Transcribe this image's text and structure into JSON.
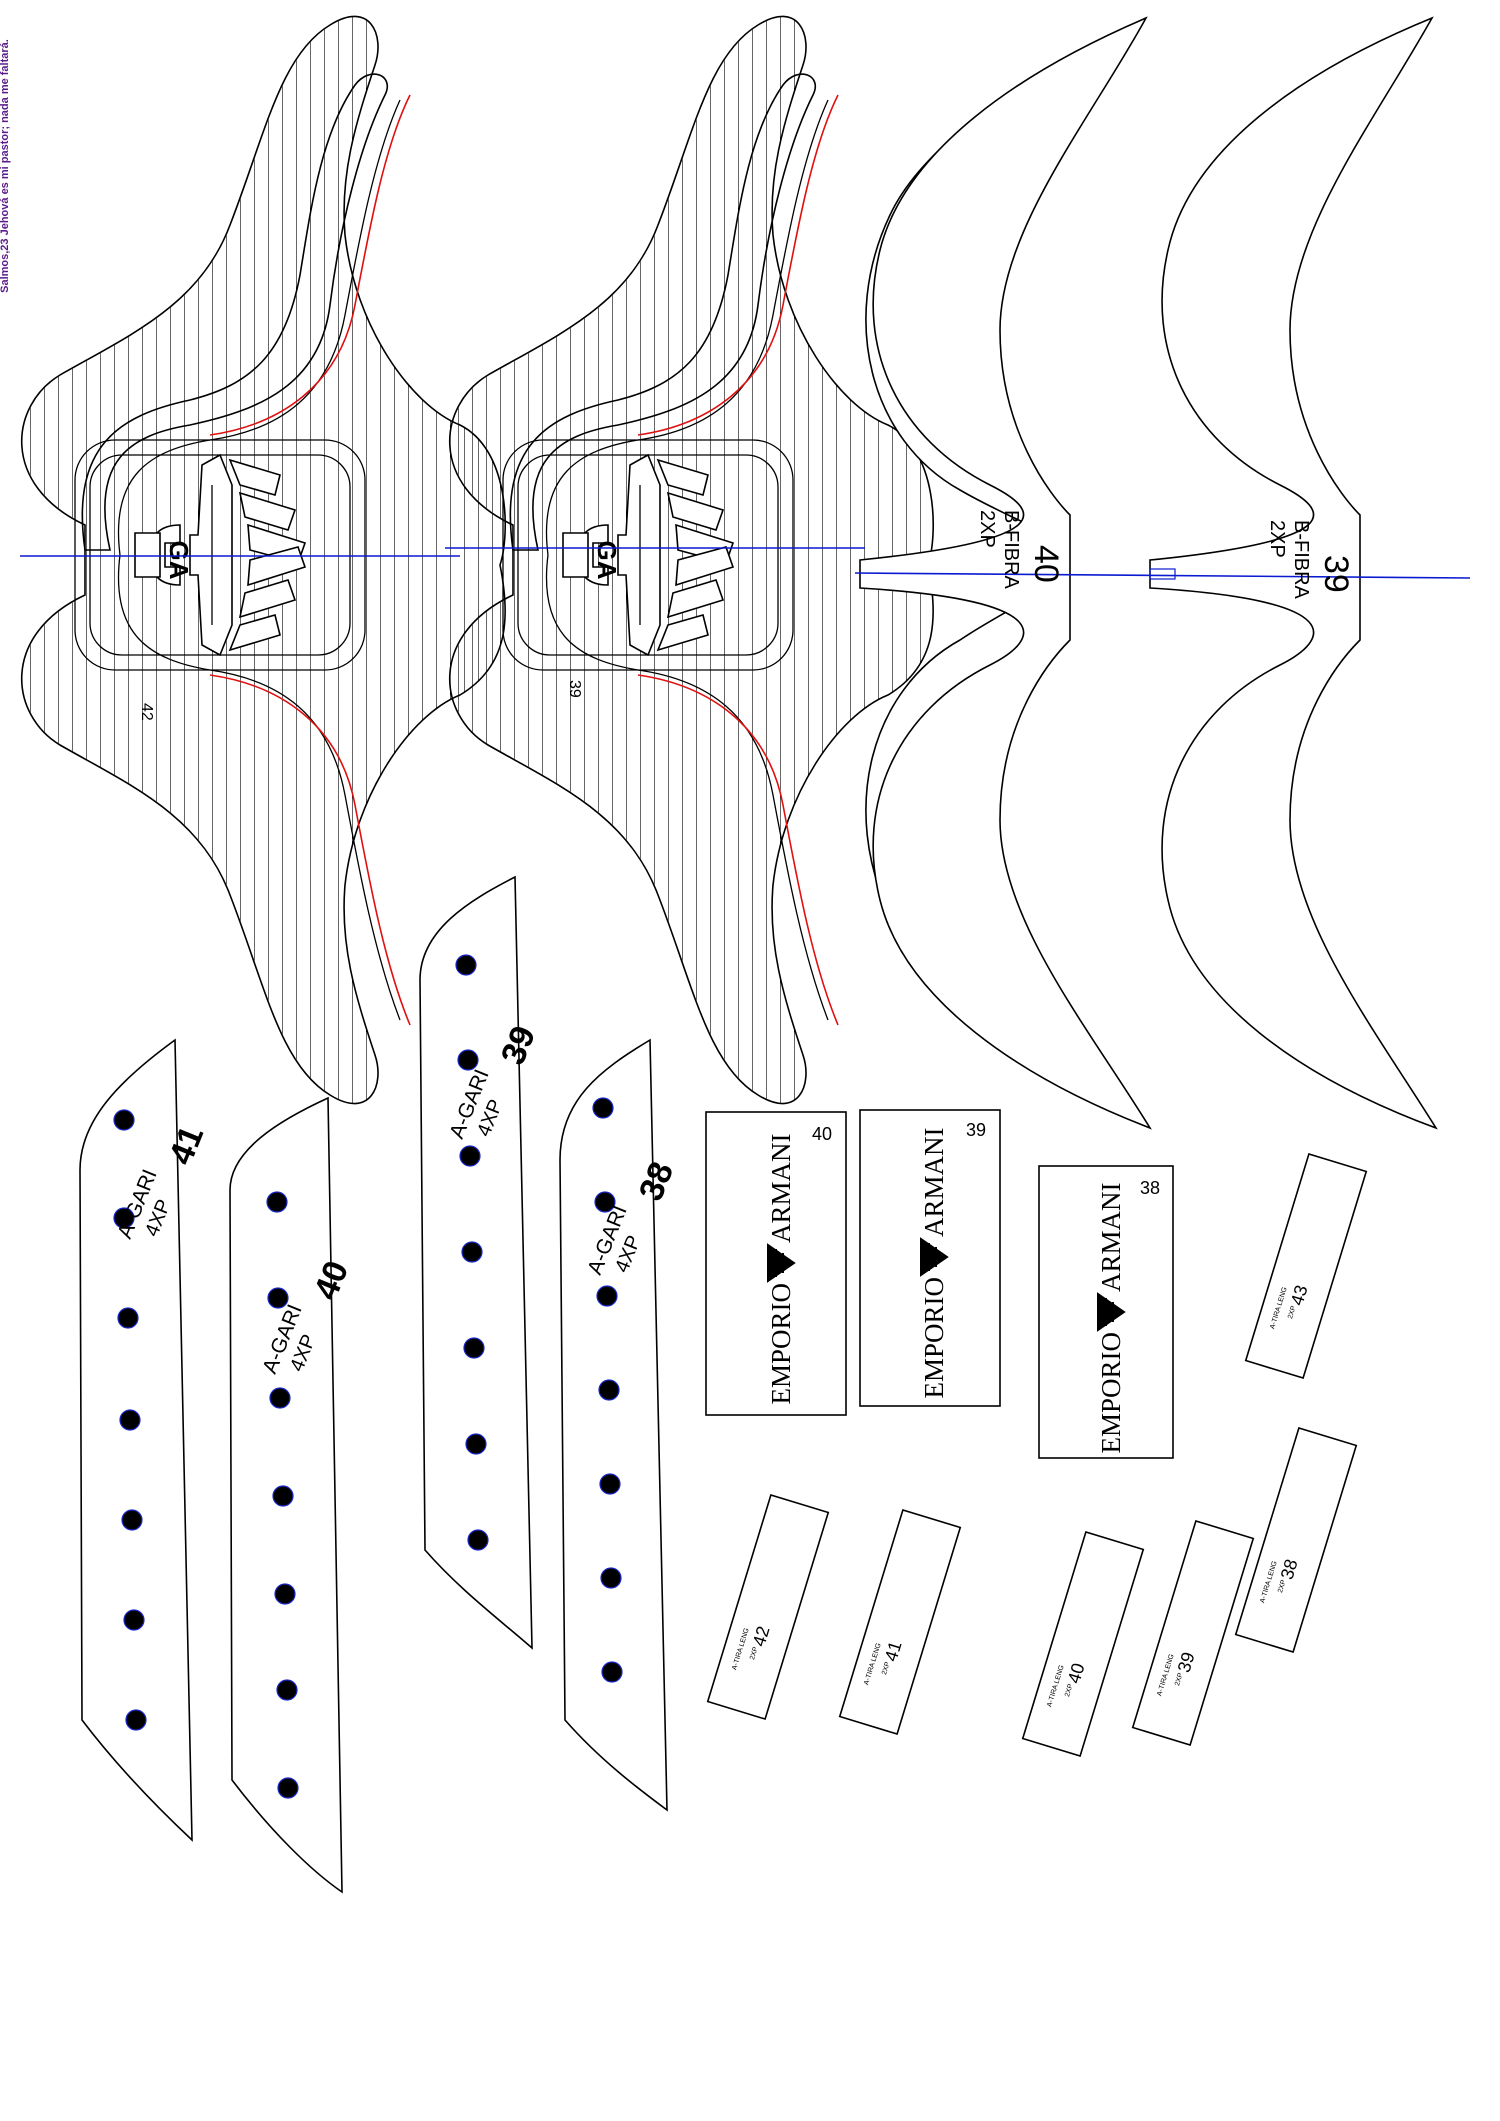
{
  "sheet": {
    "verse": "Salmos,23 Jehová es mi pastor; nada me faltará.",
    "colors": {
      "line": "#000000",
      "seam": "#e01010",
      "axis": "#0a1ad0",
      "verse": "#5b1b8a"
    },
    "vamp_pieces": [
      {
        "size": "42",
        "logo_text": "GA"
      },
      {
        "size": "39",
        "logo_text": "GA"
      }
    ],
    "fiber_pieces": [
      {
        "size": "40",
        "code": "B-FIBRA",
        "qty": "2XP"
      },
      {
        "size": "39",
        "code": "B-FIBRA",
        "qty": "2XP"
      }
    ],
    "gari_pieces": [
      {
        "size": "41",
        "code": "A-GARI",
        "qty": "4XP"
      },
      {
        "size": "40",
        "code": "A-GARI",
        "qty": "4XP"
      },
      {
        "size": "39",
        "code": "A-GARI",
        "qty": "4XP"
      },
      {
        "size": "38",
        "code": "A-GARI",
        "qty": "4XP"
      }
    ],
    "labels": [
      {
        "size": "40",
        "brand_left": "EMPORIO",
        "brand_right": "ARMANI"
      },
      {
        "size": "39",
        "brand_left": "EMPORIO",
        "brand_right": "ARMANI"
      },
      {
        "size": "38",
        "brand_left": "EMPORIO",
        "brand_right": "ARMANI"
      }
    ],
    "tongue_strips": [
      {
        "size": "43",
        "code": "A-TIRA LENG",
        "qty": "2XP"
      },
      {
        "size": "38",
        "code": "A-TIRA LENG",
        "qty": "2XP"
      },
      {
        "size": "42",
        "code": "A-TIRA LENG",
        "qty": "2XP"
      },
      {
        "size": "41",
        "code": "A-TIRA LENG",
        "qty": "2XP"
      },
      {
        "size": "40",
        "code": "A-TIRA LENG",
        "qty": "2XP"
      },
      {
        "size": "39",
        "code": "A-TIRA LENG",
        "qty": "2XP"
      }
    ]
  }
}
